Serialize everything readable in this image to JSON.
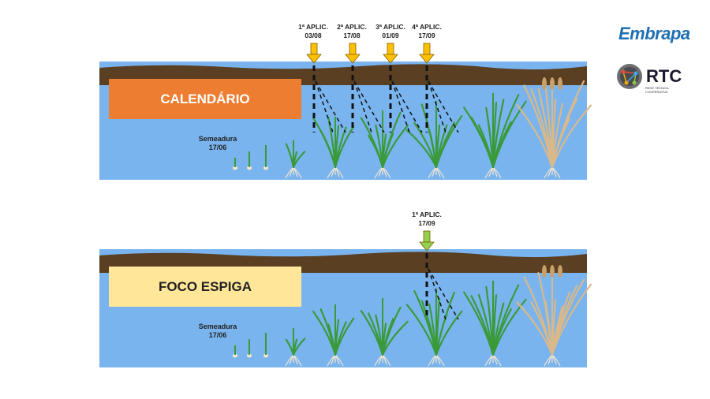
{
  "top_panel": {
    "label": "CALENDÁRIO",
    "sowing": {
      "line1": "Semeadura",
      "line2": "17/06"
    },
    "applications": [
      {
        "line1": "1ª APLIC.",
        "line2": "03/08"
      },
      {
        "line1": "2ª APLIC.",
        "line2": "17/08"
      },
      {
        "line1": "3ª APLIC.",
        "line2": "01/09"
      },
      {
        "line1": "4ª APLIC.",
        "line2": "17/09"
      }
    ],
    "arrow_color": "#ffc000"
  },
  "bottom_panel": {
    "label": "FOCO ESPIGA",
    "sowing": {
      "line1": "Semeadura",
      "line2": "17/06"
    },
    "applications": [
      {
        "line1": "1ª APLIC.",
        "line2": "17/09"
      }
    ],
    "arrow_color": "#92d050"
  },
  "logos": {
    "embrapa": "Embrapa",
    "rtc": "RTC",
    "rtc_sub": "REDE TÉCNICA COOPERATIVA"
  },
  "colors": {
    "sky": "#7ab4ee",
    "soil": "#5a3f22",
    "leaf": "#3a9a3a",
    "dry": "#d9b98a"
  }
}
